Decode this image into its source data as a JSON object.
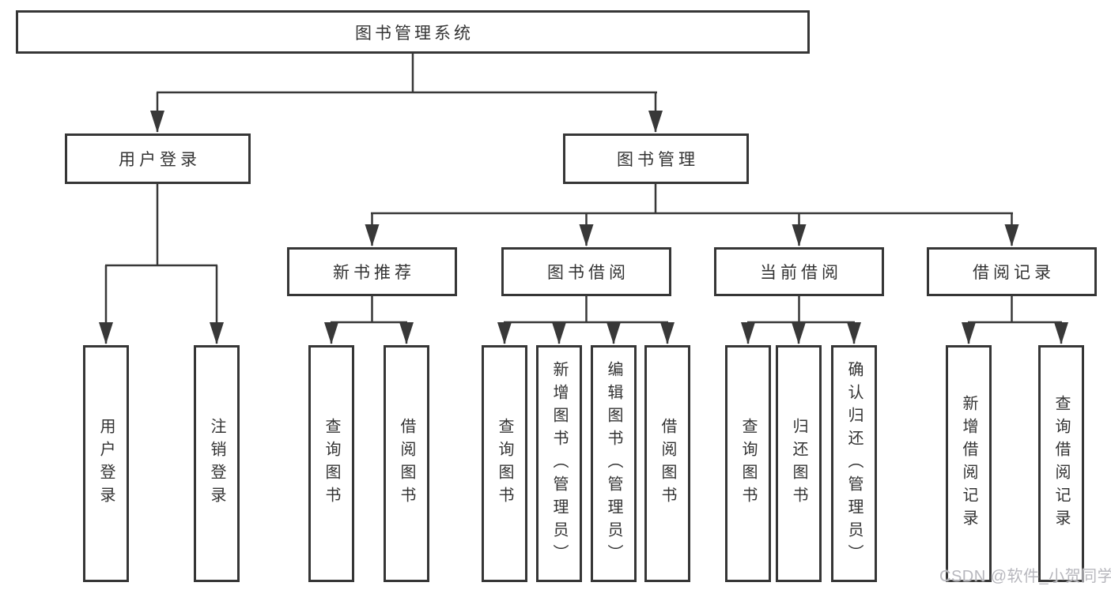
{
  "diagram": {
    "root": {
      "label": "图书管理系统"
    },
    "level2": [
      {
        "label": "用户登录"
      },
      {
        "label": "图书管理"
      }
    ],
    "level3": [
      {
        "label": "新书推荐"
      },
      {
        "label": "图书借阅"
      },
      {
        "label": "当前借阅"
      },
      {
        "label": "借阅记录"
      }
    ],
    "leaves": [
      {
        "label": "用户登录"
      },
      {
        "label": "注销登录"
      },
      {
        "label": "查询图书"
      },
      {
        "label": "借阅图书"
      },
      {
        "label": "查询图书"
      },
      {
        "label": "新增图书（管理员）"
      },
      {
        "label": "编辑图书（管理员）"
      },
      {
        "label": "借阅图书"
      },
      {
        "label": "查询图书"
      },
      {
        "label": "归还图书"
      },
      {
        "label": "确认归还（管理员）"
      },
      {
        "label": "新增借阅记录"
      },
      {
        "label": "查询借阅记录"
      }
    ]
  },
  "watermark": {
    "text": "CSDN @软件_小贺同学"
  },
  "colors": {
    "line": "#383838",
    "border": "#363636",
    "text": "#333333",
    "watermark": "#b7b7bd",
    "background": "#ffffff"
  }
}
